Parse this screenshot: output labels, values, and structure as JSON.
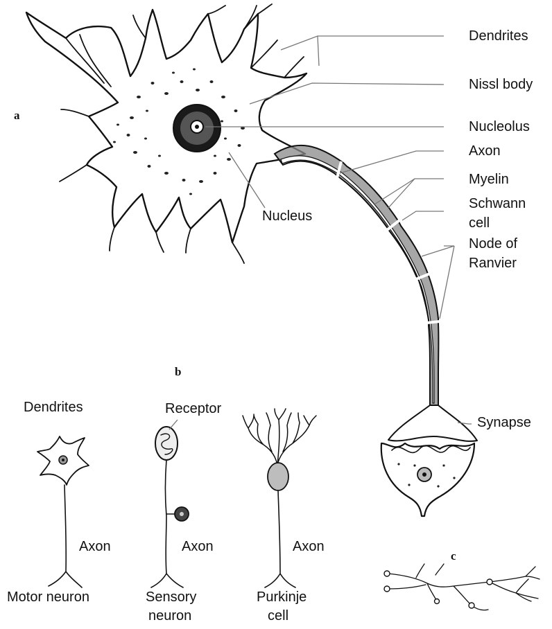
{
  "panels": {
    "a": "a",
    "b": "b",
    "c": "c"
  },
  "labels": {
    "dendrites": "Dendrites",
    "nissl_body": "Nissl body",
    "nucleolus": "Nucleolus",
    "axon": "Axon",
    "myelin": "Myelin",
    "schwann_line1": "Schwann",
    "schwann_line2": "cell",
    "node_line1": "Node of",
    "node_line2": "Ranvier",
    "nucleus": "Nucleus",
    "synapse": "Synapse"
  },
  "neuron_types": {
    "dendrites_label": "Dendrites",
    "receptor_label": "Receptor",
    "axon_label": "Axon",
    "motor_line1": "Motor neuron",
    "sensory_line1": "Sensory",
    "sensory_line2": "neuron",
    "purkinje_line1": "Purkinje",
    "purkinje_line2": "cell"
  },
  "colors": {
    "ink": "#111111",
    "leader": "#777777",
    "background": "#ffffff"
  }
}
